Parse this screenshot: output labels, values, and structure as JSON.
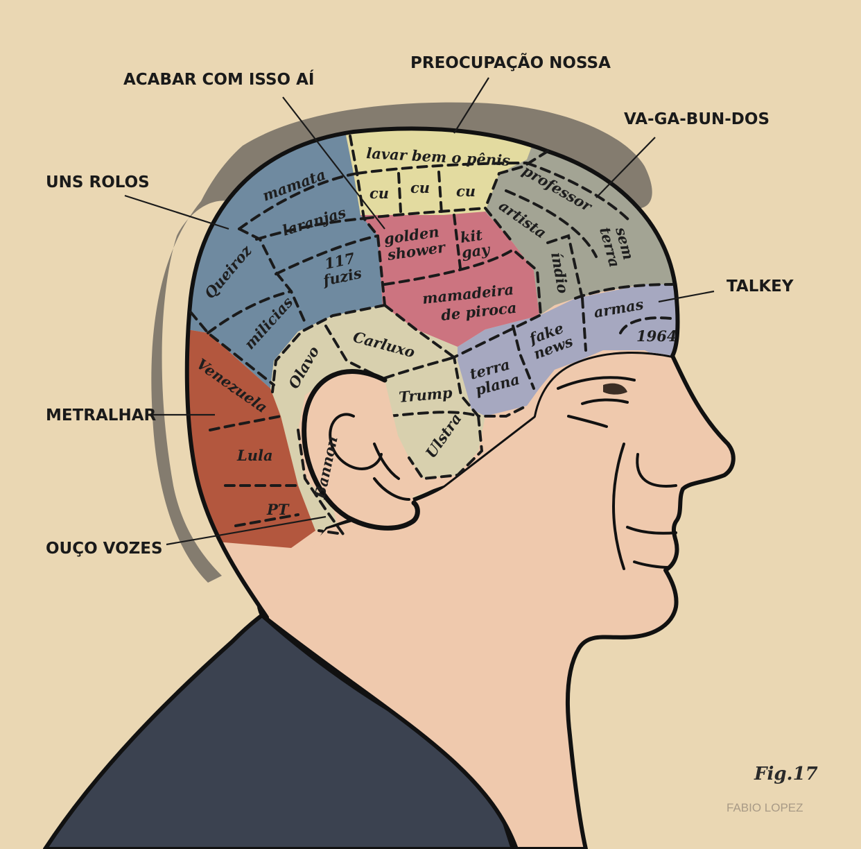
{
  "callouts": {
    "acabar": "ACABAR COM ISSO AÍ",
    "preocupacao": "PREOCUPAÇÃO NOSSA",
    "vagabundos": "VA-GA-BUN-DOS",
    "uns_rolos": "UNS ROLOS",
    "talkey": "TALKEY",
    "metralhar": "METRALHAR",
    "ouco_vozes": "OUÇO VOZES"
  },
  "regions": {
    "lavar": "lavar bem o pênis",
    "cu1": "cu",
    "cu2": "cu",
    "cu3": "cu",
    "mamata": "mamata",
    "laranjas": "laranjas",
    "queiroz": "Queiroz",
    "fuzis_1": "117",
    "fuzis_2": "fuzis",
    "milicias": "milicias",
    "golden_1": "golden",
    "golden_2": "shower",
    "kit_1": "kit",
    "kit_2": "gay",
    "mamadeira_1": "mamadeira",
    "mamadeira_2": "de piroca",
    "professor": "professor",
    "artista": "artista",
    "indio": "índio",
    "sem_terra_1": "sem",
    "sem_terra_2": "terra",
    "armas": "armas",
    "ano_1964": "1964",
    "fake_1": "fake",
    "fake_2": "news",
    "terra_plana_1": "terra",
    "terra_plana_2": "plana",
    "carluxo": "Carluxo",
    "olavo": "Olavo",
    "trump": "Trump",
    "ulstra": "Ulstra",
    "bannon": "Bannon",
    "venezuela": "Venezuela",
    "lula": "Lula",
    "pt": "PT"
  },
  "footer": {
    "figure": "Fig.17",
    "credit": "FABIO LOPEZ"
  },
  "colors": {
    "background": "#ead7b3",
    "skin": "#efc9ad",
    "hair_shadow": "#7e776c",
    "blue": "#6f8aa0",
    "yellow": "#e3dba0",
    "pink": "#cc7480",
    "gray_green": "#a3a494",
    "lavender": "#a6a8c0",
    "beige": "#d8d0ae",
    "rust": "#b3573e",
    "suit": "#3b4250"
  }
}
